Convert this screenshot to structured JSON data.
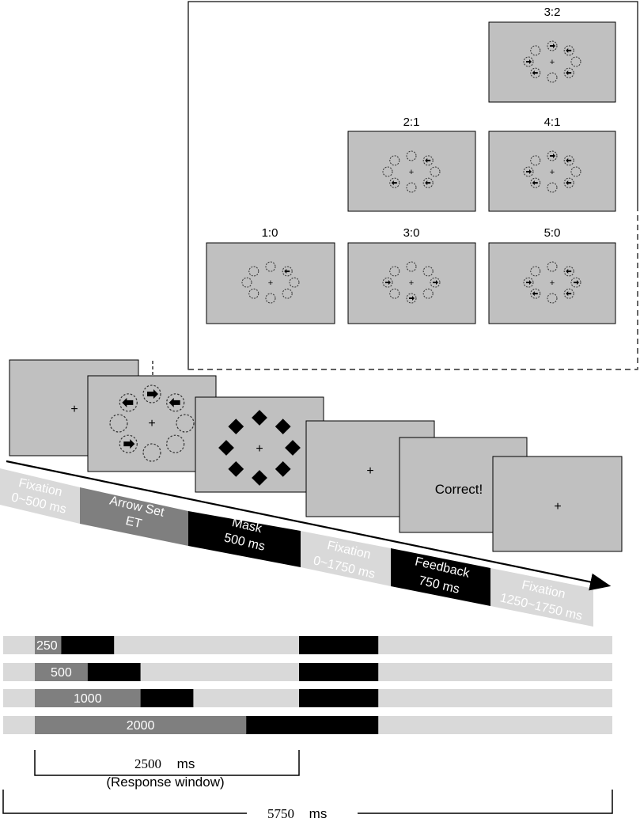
{
  "panel": {
    "conditions": [
      {
        "label": "3:2",
        "filled": [
          0,
          1,
          3,
          5,
          6
        ]
      },
      {
        "label": "2:1",
        "filled": [
          1,
          3,
          5
        ]
      },
      {
        "label": "4:1",
        "filled": [
          0,
          1,
          3,
          5,
          6
        ]
      },
      {
        "label": "1:0",
        "filled": [
          1
        ]
      },
      {
        "label": "3:0",
        "filled": [
          2,
          4,
          6
        ]
      },
      {
        "label": "5:0",
        "filled": [
          1,
          2,
          3,
          5,
          6
        ]
      }
    ]
  },
  "sequence": {
    "screens": [
      {
        "type": "fixation",
        "text": "+"
      },
      {
        "type": "arrows",
        "text": "+"
      },
      {
        "type": "mask",
        "text": "+"
      },
      {
        "type": "fixation",
        "text": "+"
      },
      {
        "type": "feedback",
        "text": "Correct!"
      },
      {
        "type": "fixation",
        "text": "+"
      }
    ],
    "segments": [
      {
        "line1": "Fixation",
        "line2": "0~500 ms",
        "fill": "#d9d9d9"
      },
      {
        "line1": "Arrow Set",
        "line2": "ET",
        "fill": "#7f7f7f"
      },
      {
        "line1": "Mask",
        "line2": "500 ms",
        "fill": "#000000"
      },
      {
        "line1": "Fixation",
        "line2": "0~1750 ms",
        "fill": "#d9d9d9"
      },
      {
        "line1": "Feedback",
        "line2": "750 ms",
        "fill": "#000000"
      },
      {
        "line1": "Fixation",
        "line2": "1250~1750 ms",
        "fill": "#d9d9d9"
      }
    ]
  },
  "timeline": {
    "total_ms": 5750,
    "window_ms": 2500,
    "rows": [
      {
        "label": "250",
        "et": 250,
        "mask": 500,
        "feedback_start": 2500,
        "feedback_ms": 750
      },
      {
        "label": "500",
        "et": 500,
        "mask": 500,
        "feedback_start": 2500,
        "feedback_ms": 750
      },
      {
        "label": "1000",
        "et": 1000,
        "mask": 500,
        "feedback_start": 2500,
        "feedback_ms": 750
      },
      {
        "label": "2000",
        "et": 2000,
        "mask": 500,
        "feedback_start": 2500,
        "feedback_ms": 750
      }
    ],
    "bracket_window": {
      "number": "2500",
      "unit": "ms",
      "caption": "(Response window)"
    },
    "bracket_total": {
      "number": "5750",
      "unit": "ms"
    }
  },
  "colors": {
    "screen": "#c0c0c0",
    "light": "#d9d9d9",
    "mid": "#7f7f7f",
    "dark": "#000000"
  }
}
